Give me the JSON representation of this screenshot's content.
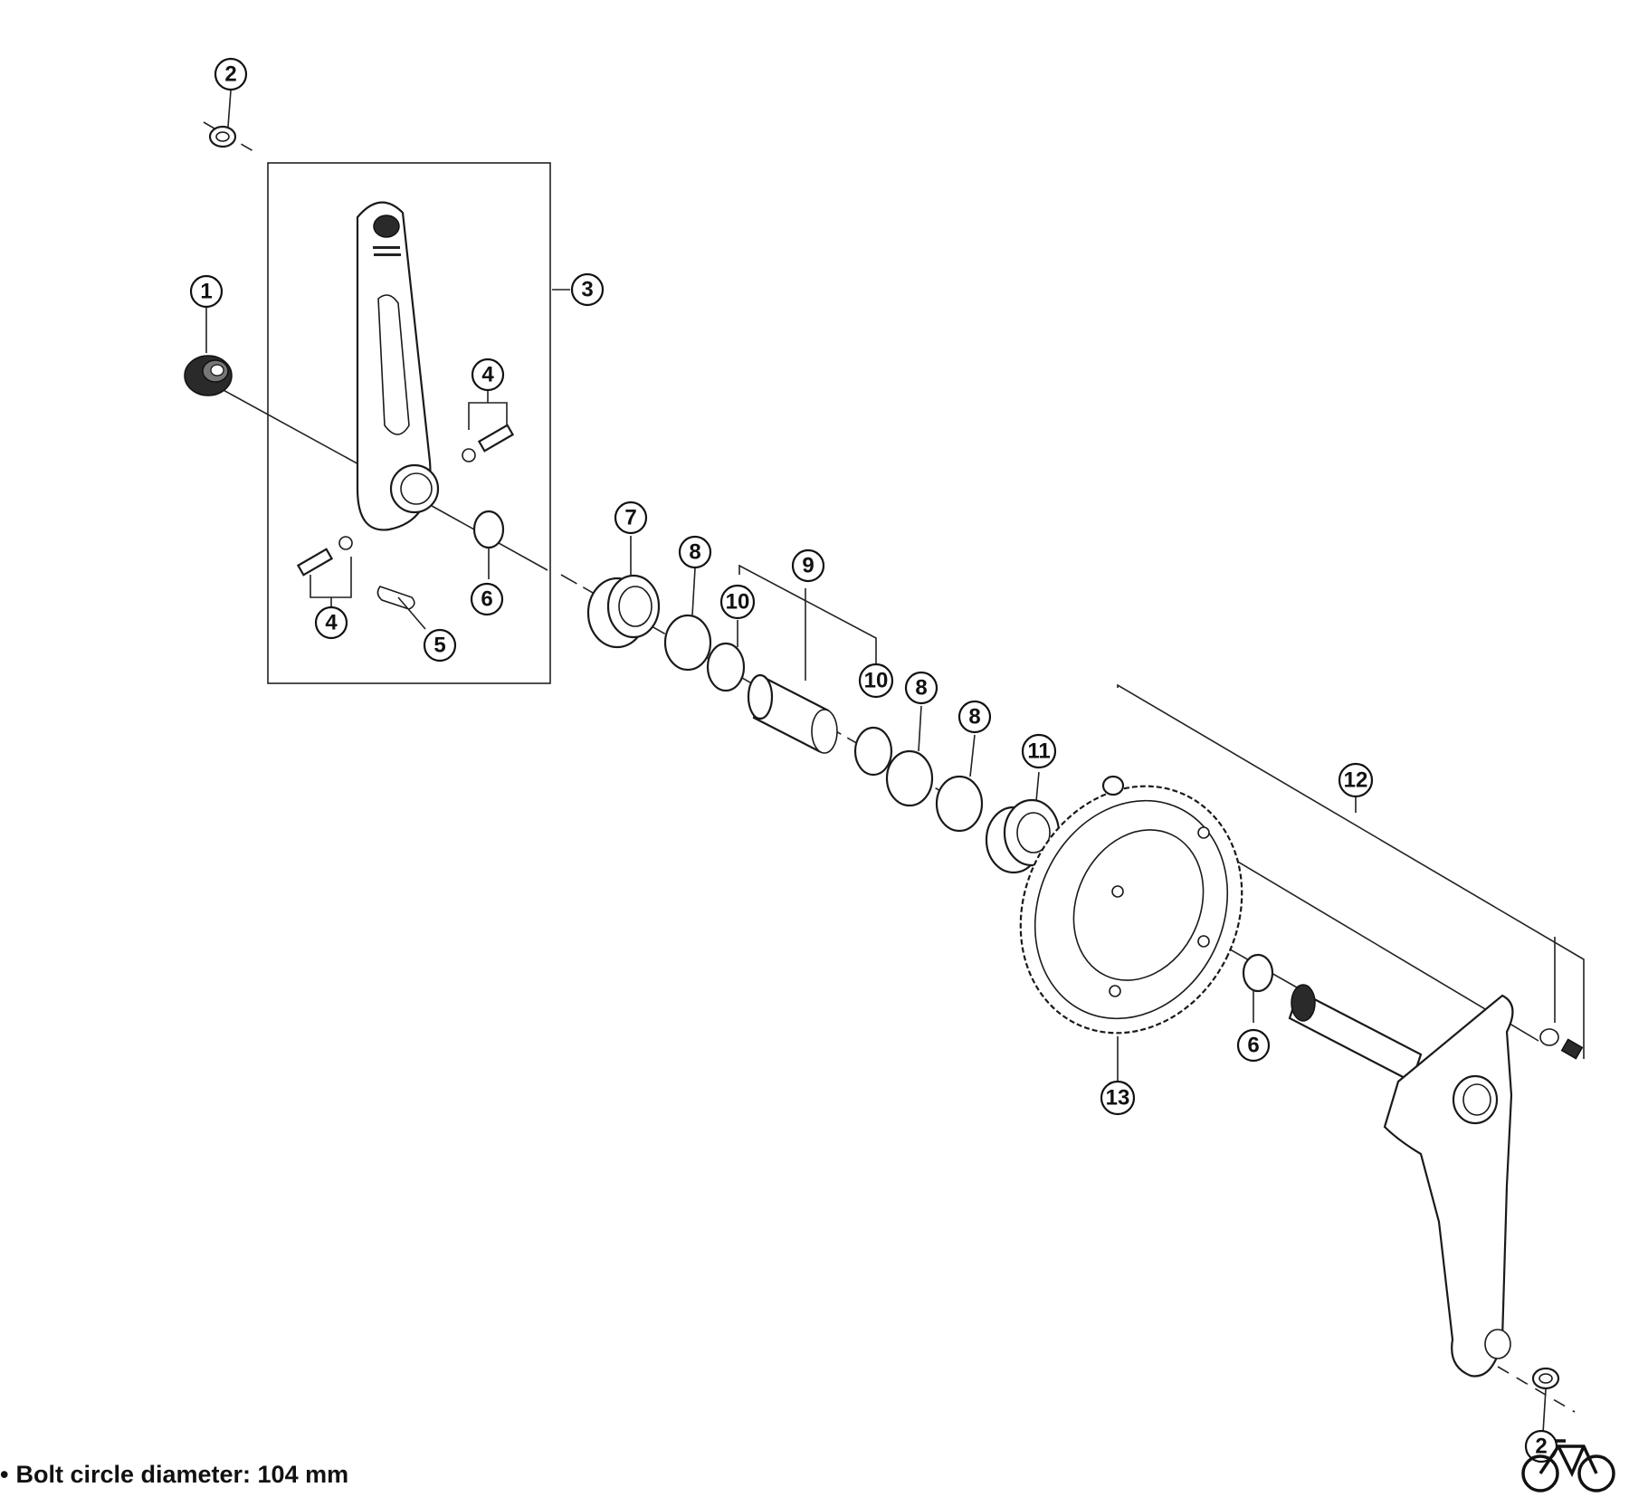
{
  "callouts": [
    {
      "id": "c1",
      "label": "1"
    },
    {
      "id": "c2a",
      "label": "2"
    },
    {
      "id": "c2b",
      "label": "2"
    },
    {
      "id": "c3",
      "label": "3"
    },
    {
      "id": "c4a",
      "label": "4"
    },
    {
      "id": "c4b",
      "label": "4"
    },
    {
      "id": "c5",
      "label": "5"
    },
    {
      "id": "c6a",
      "label": "6"
    },
    {
      "id": "c6b",
      "label": "6"
    },
    {
      "id": "c7",
      "label": "7"
    },
    {
      "id": "c8a",
      "label": "8"
    },
    {
      "id": "c8b",
      "label": "8"
    },
    {
      "id": "c8c",
      "label": "8"
    },
    {
      "id": "c9",
      "label": "9"
    },
    {
      "id": "c10a",
      "label": "10"
    },
    {
      "id": "c10b",
      "label": "10"
    },
    {
      "id": "c11",
      "label": "11"
    },
    {
      "id": "c12",
      "label": "12"
    },
    {
      "id": "c13",
      "label": "13"
    }
  ],
  "footnote": {
    "bullet": "•",
    "text": "Bolt circle diameter: 104 mm"
  },
  "logo": {
    "icon": "bicycle-icon"
  }
}
